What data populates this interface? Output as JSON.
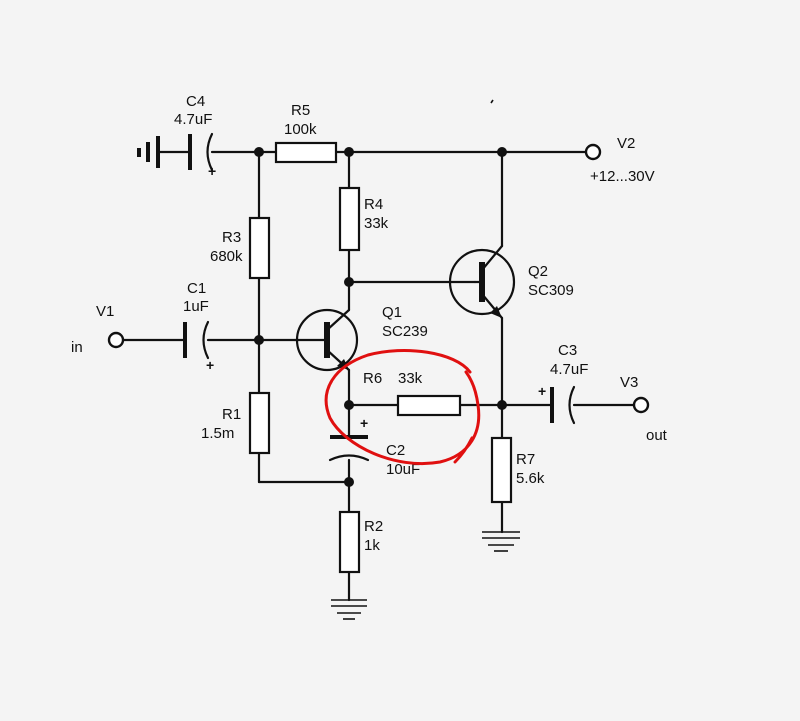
{
  "components": {
    "c4": {
      "name": "C4",
      "value": "4.7uF"
    },
    "r5": {
      "name": "R5",
      "value": "100k"
    },
    "r3": {
      "name": "R3",
      "value": "680k"
    },
    "r4": {
      "name": "R4",
      "value": "33k"
    },
    "c1": {
      "name": "C1",
      "value": "1uF"
    },
    "q1": {
      "name": "Q1",
      "value": "SC239"
    },
    "q2": {
      "name": "Q2",
      "value": "SC309"
    },
    "r6": {
      "name": "R6",
      "value": "33k"
    },
    "c2": {
      "name": "C2",
      "value": "10uF"
    },
    "c3": {
      "name": "C3",
      "value": "4.7uF"
    },
    "r1": {
      "name": "R1",
      "value": "1.5m"
    },
    "r2": {
      "name": "R2",
      "value": "1k"
    },
    "r7": {
      "name": "R7",
      "value": "5.6k"
    }
  },
  "terminals": {
    "v1": {
      "name": "V1",
      "label": "in"
    },
    "v2": {
      "name": "V2",
      "label": "+12...30V"
    },
    "v3": {
      "name": "V3",
      "label": "out"
    }
  },
  "polarity_mark": "+",
  "colors": {
    "ink": "#111111",
    "annotation": "#e01010",
    "background": "#f4f4f4"
  }
}
